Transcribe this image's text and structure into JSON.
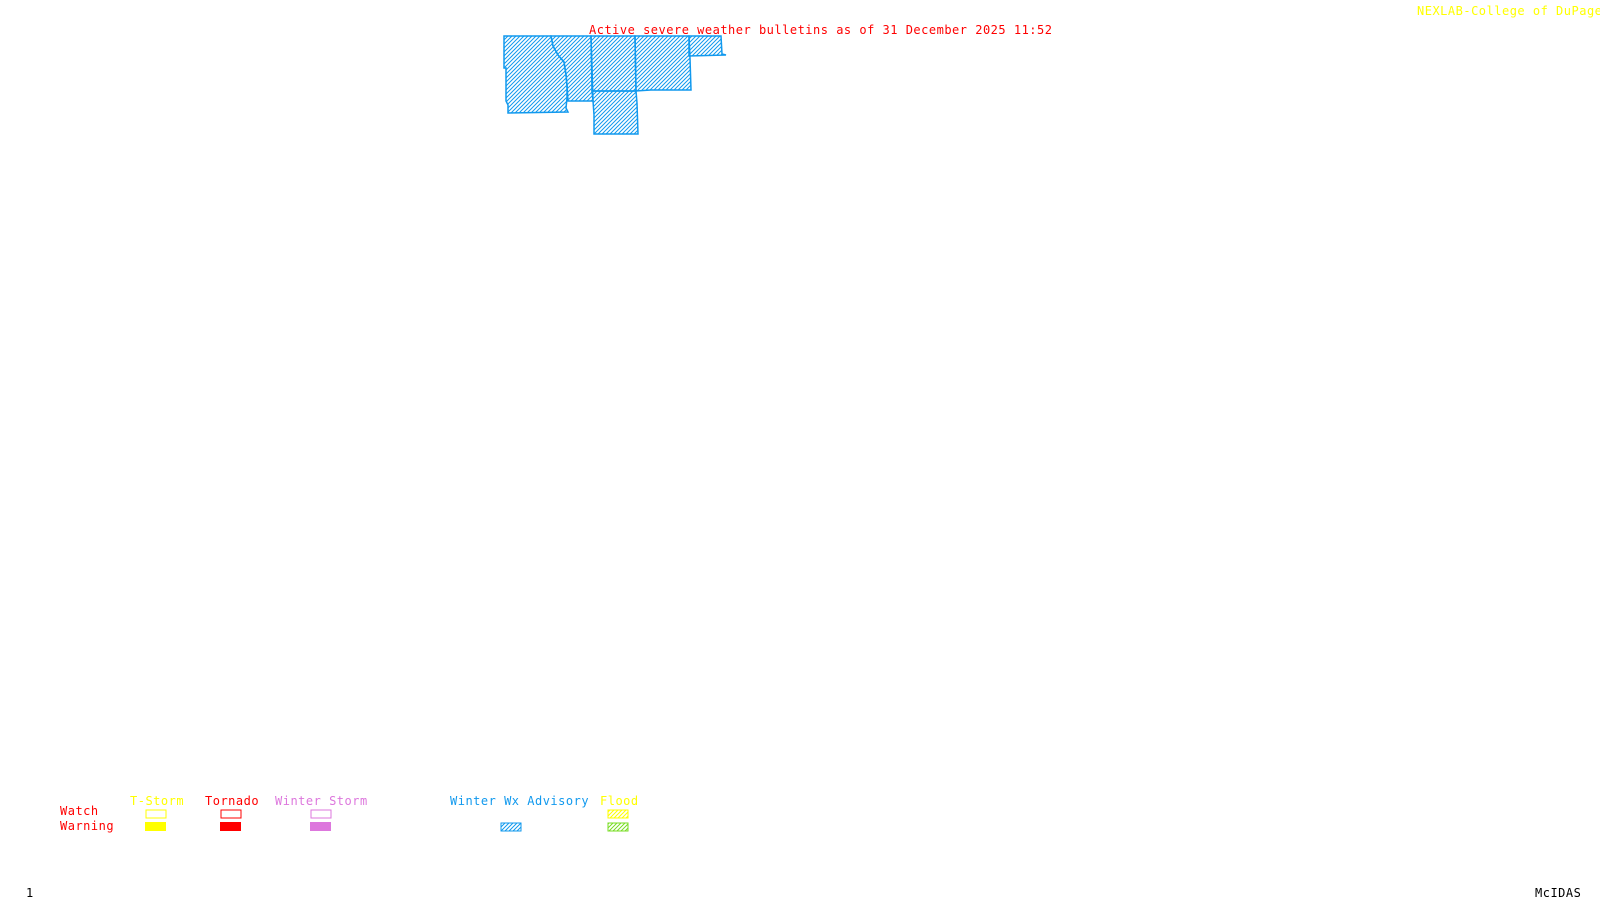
{
  "header": {
    "title": "Active severe weather bulletins as of 31 December 2025 11:52",
    "credit": "NEXLAB-College of DuPage",
    "credit_icon": "arrow-icon"
  },
  "colors": {
    "title": "#ff0000",
    "credit": "#ffff00",
    "tstorm": "#ffff00",
    "tornado": "#ff0000",
    "winter_storm": "#dd77dd",
    "winter_wx_advisory": "#1199ee",
    "flood_watch": "#ffff00",
    "flood_warning": "#77dd22",
    "row_label": "#ff0000",
    "footer": "#000000"
  },
  "map": {
    "alert_type": "Winter Wx Advisory",
    "regions_count": 6
  },
  "legend": {
    "row_labels": [
      "Watch",
      "Warning"
    ],
    "categories": [
      {
        "name": "T-Storm",
        "watch": "outline",
        "warning": "solid"
      },
      {
        "name": "Tornado",
        "watch": "outline",
        "warning": "solid"
      },
      {
        "name": "Winter Storm",
        "watch": "outline",
        "warning": "solid"
      },
      {
        "name": "Winter Wx Advisory",
        "watch": "none",
        "warning": "hatched"
      },
      {
        "name": "Flood",
        "watch": "hatched",
        "warning": "hatched"
      }
    ]
  },
  "footer": {
    "frame_number": "1",
    "software": "McIDAS"
  }
}
